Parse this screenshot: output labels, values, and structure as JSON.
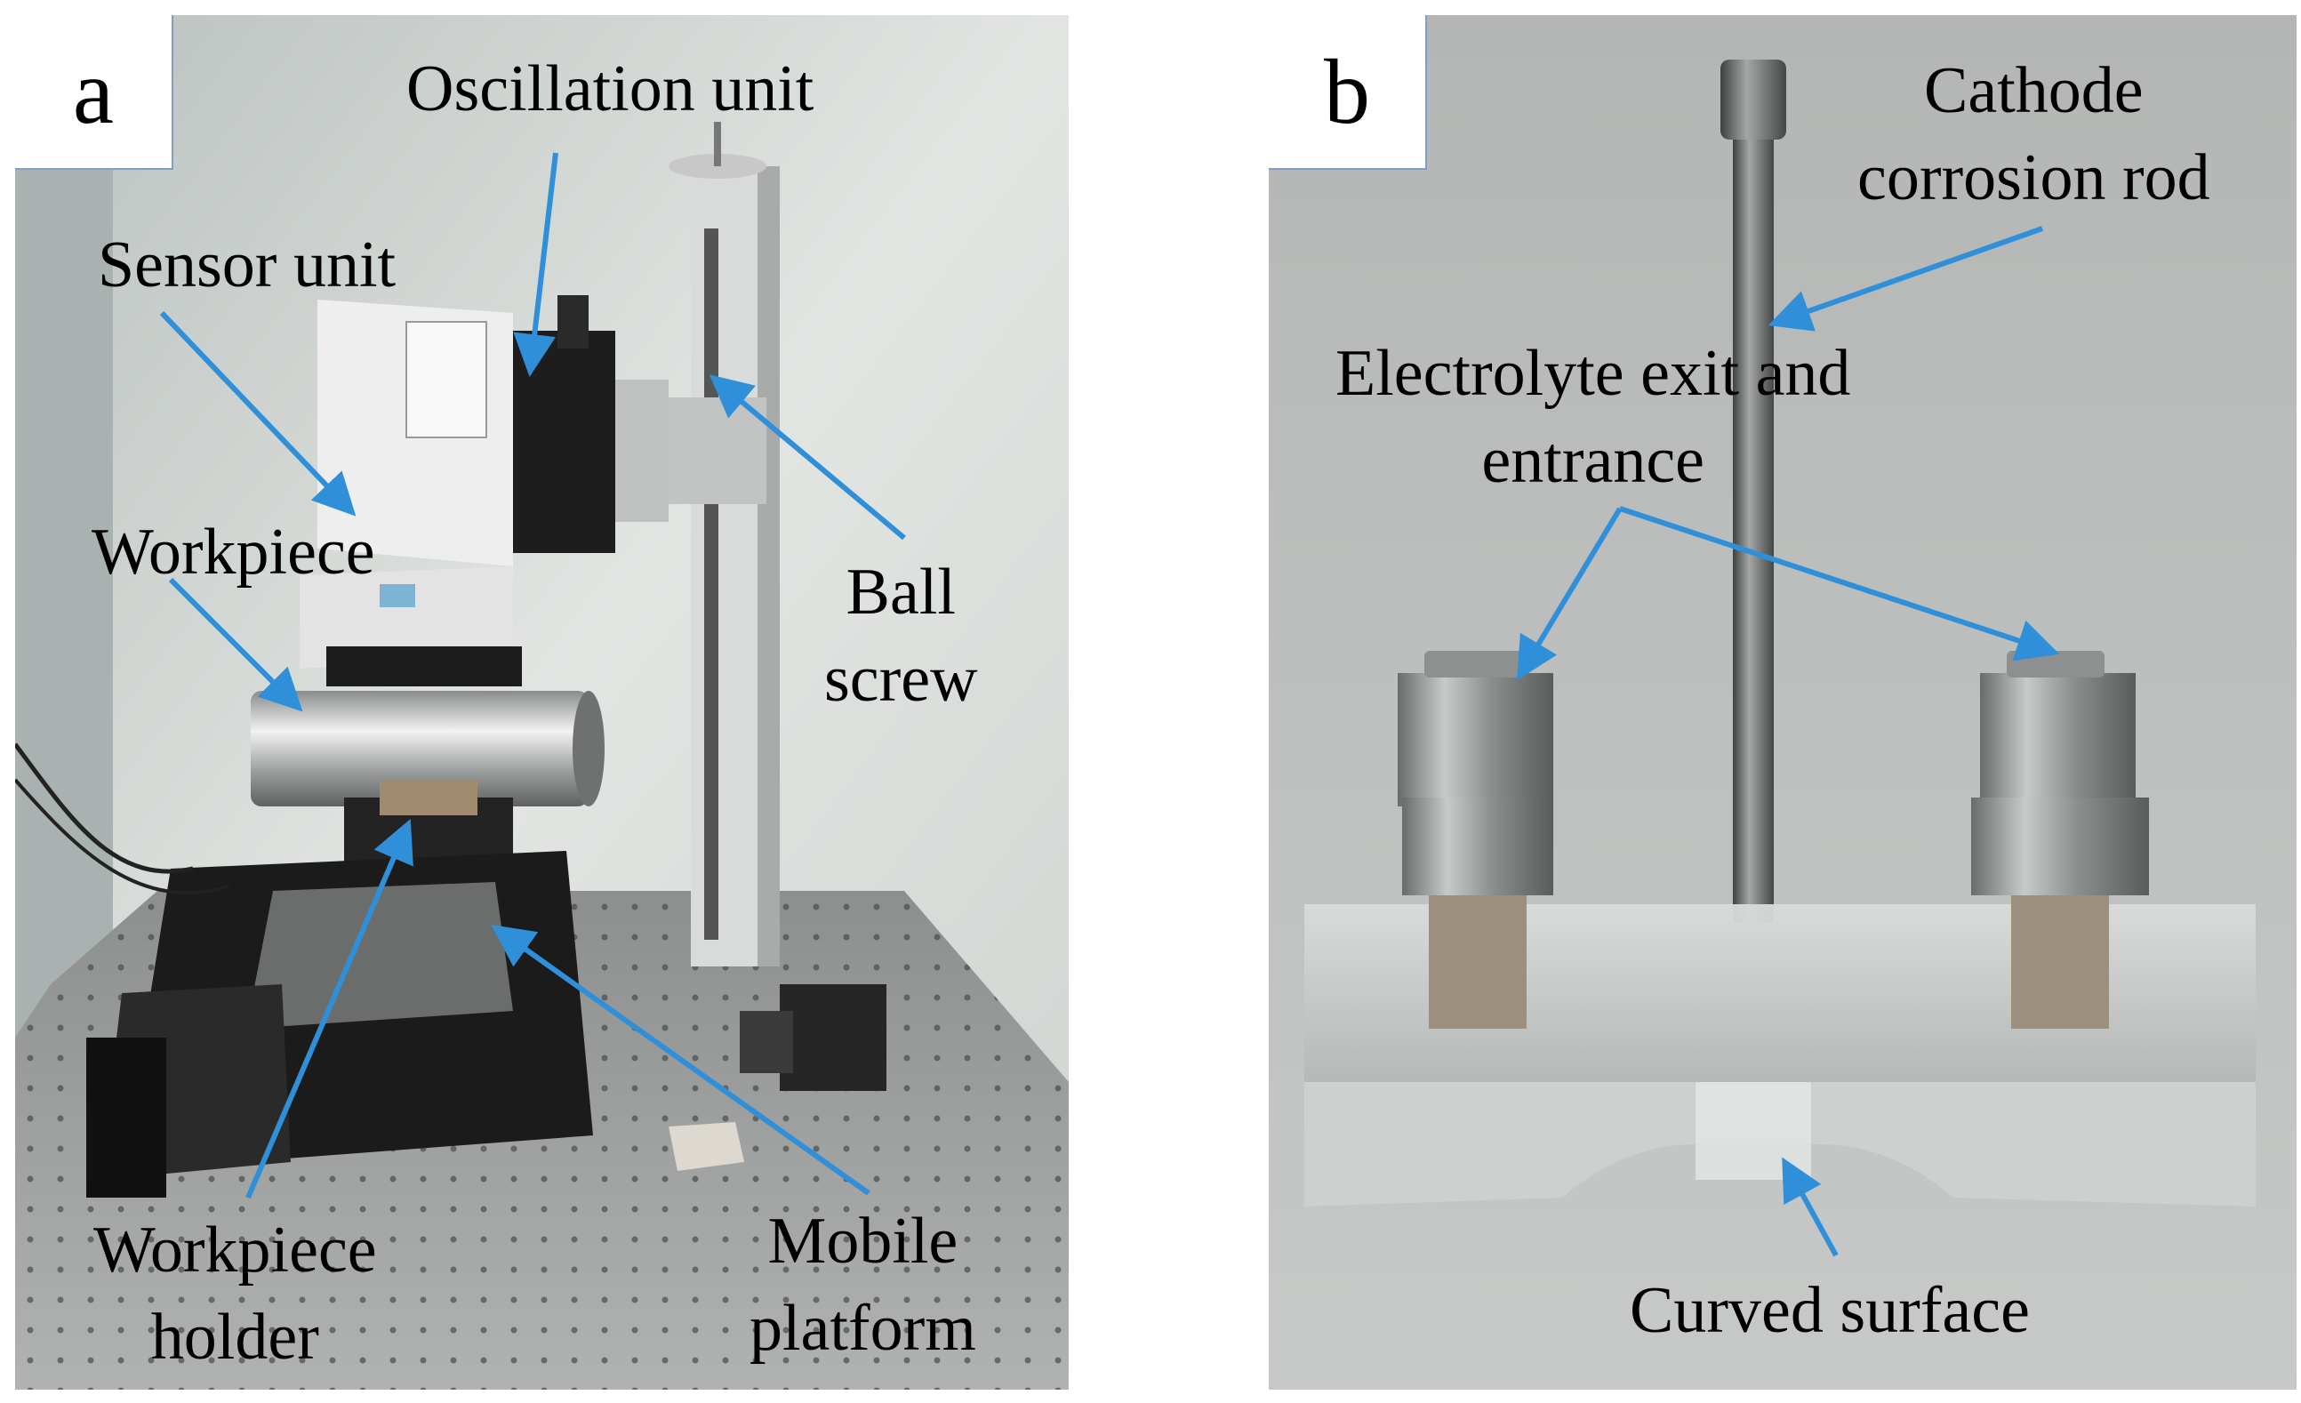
{
  "panel_a": {
    "letter": "a",
    "labels": {
      "oscillation_unit": "Oscillation unit",
      "sensor_unit": "Sensor unit",
      "workpiece": "Workpiece",
      "ball_screw_line1": "Ball",
      "ball_screw_line2": "screw",
      "workpiece_holder_line1": "Workpiece",
      "workpiece_holder_line2": "holder",
      "mobile_platform_line1": "Mobile",
      "mobile_platform_line2": "platform"
    }
  },
  "panel_b": {
    "letter": "b",
    "labels": {
      "cathode_line1": "Cathode",
      "cathode_line2": "corrosion rod",
      "electrolyte_line1": "Electrolyte exit and",
      "electrolyte_line2": "entrance",
      "curved_surface": "Curved surface"
    }
  },
  "colors": {
    "arrow": "#2f8fd8",
    "text": "#000000"
  }
}
